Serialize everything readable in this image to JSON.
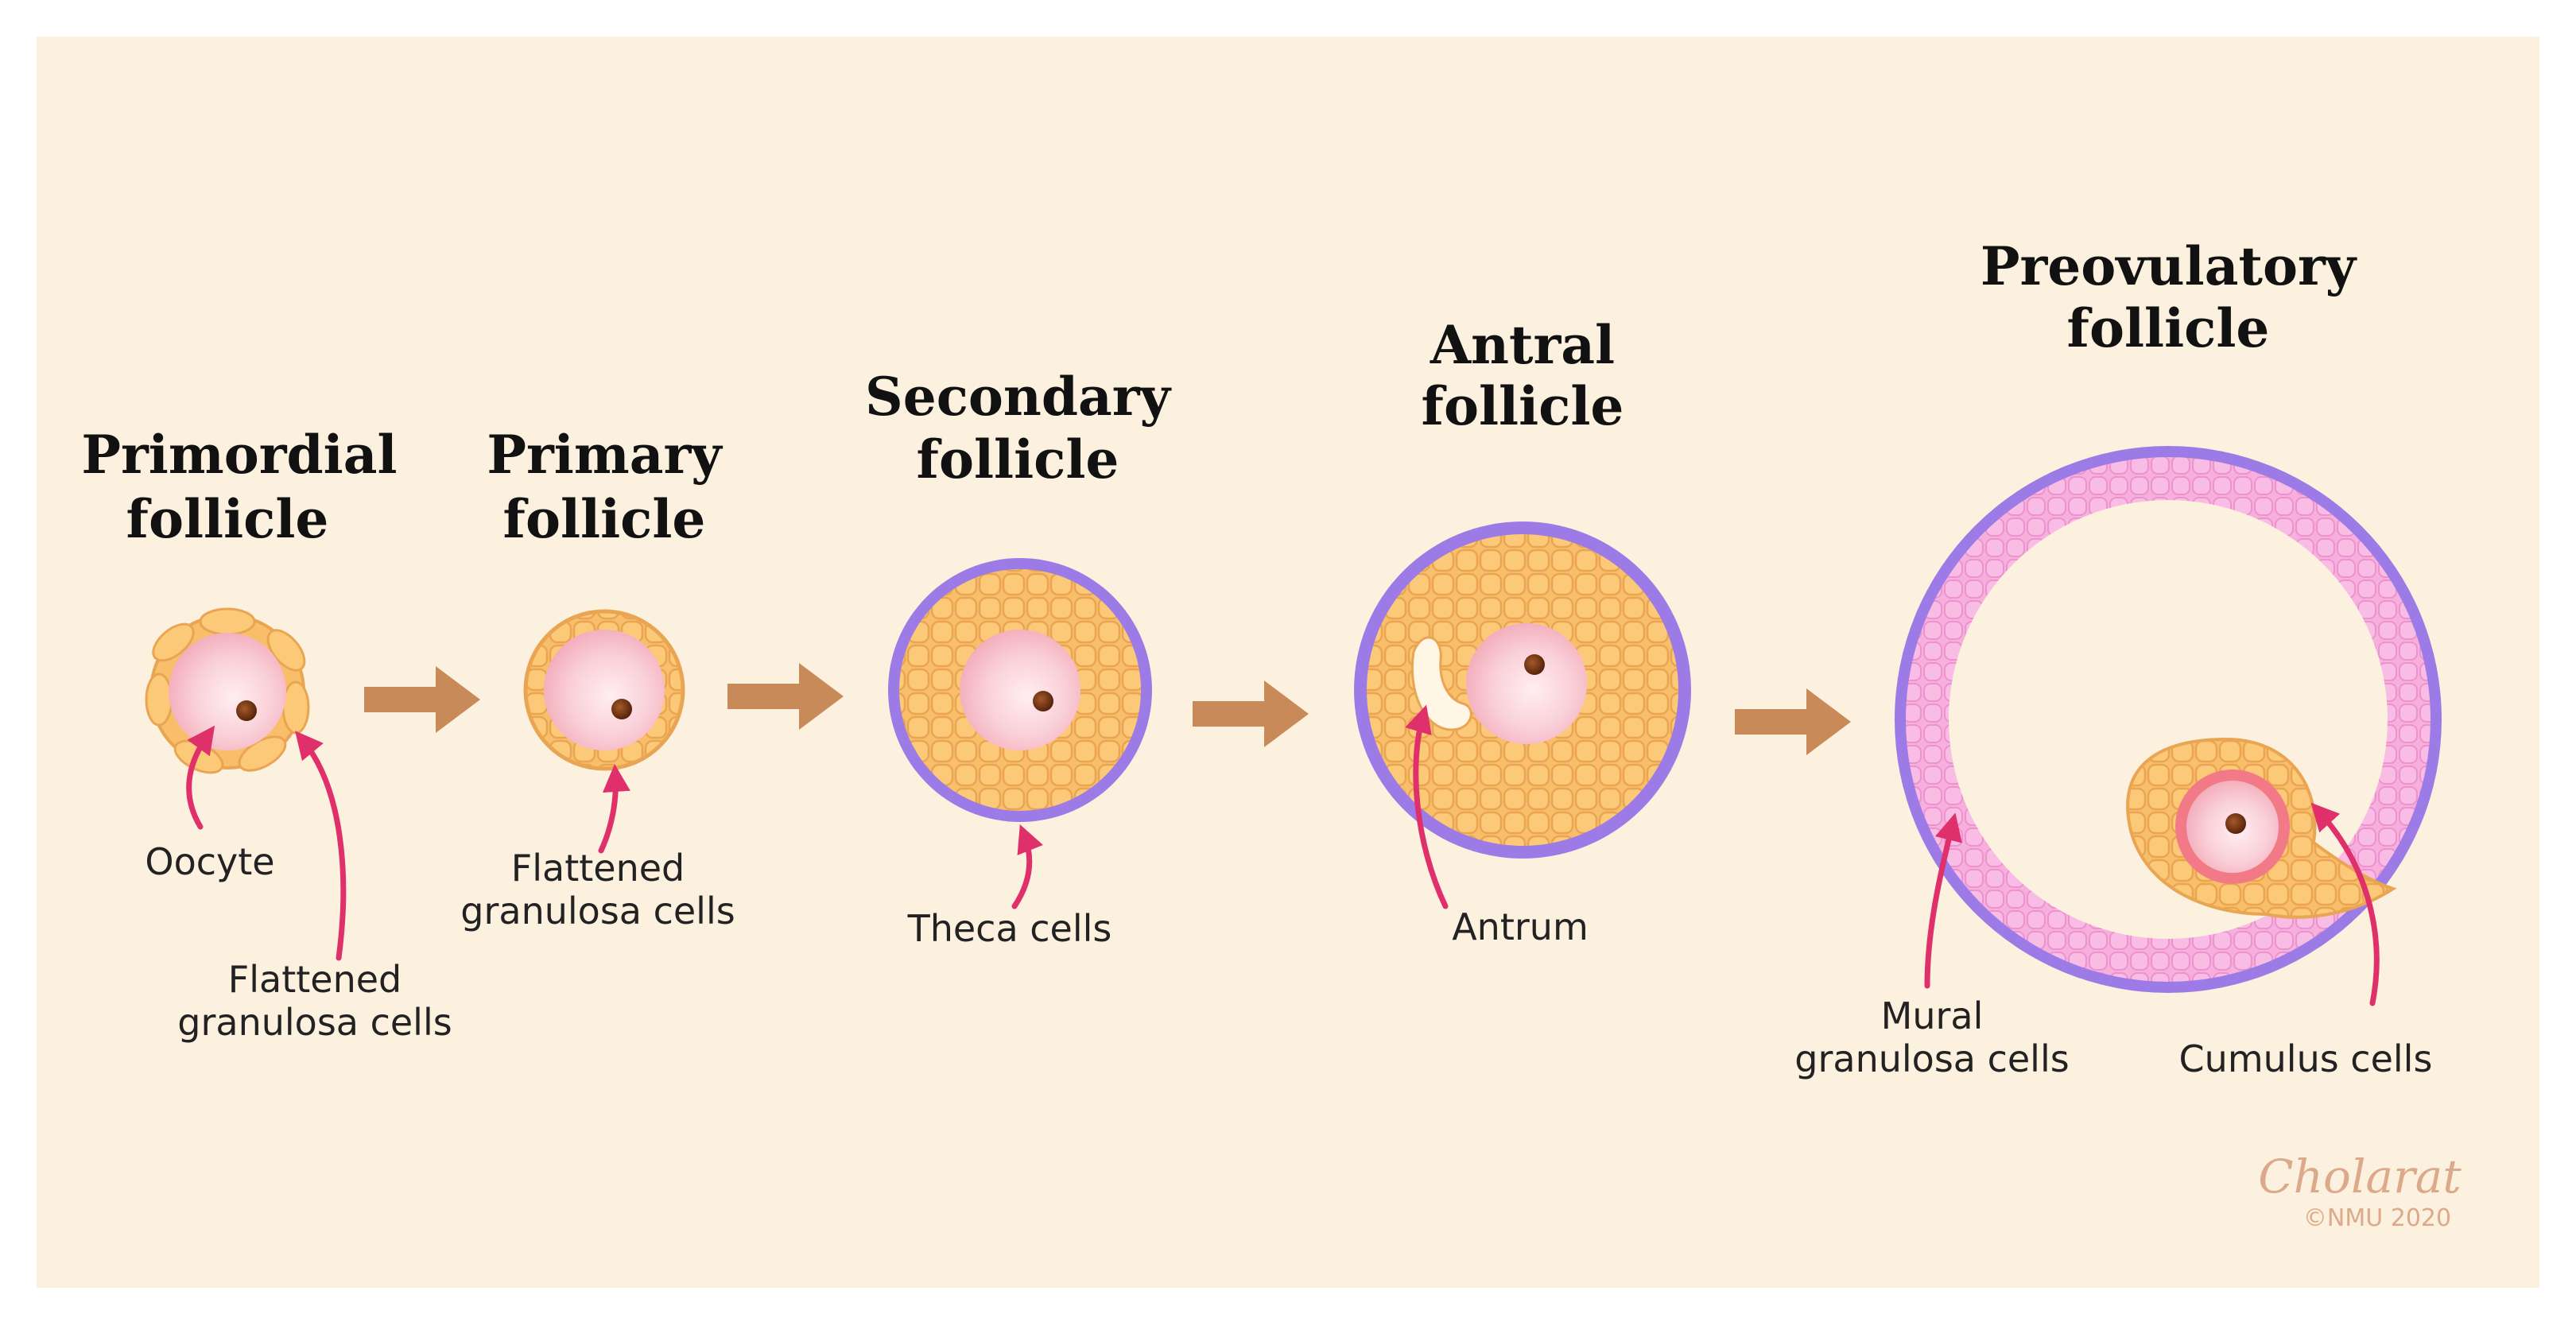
{
  "colors": {
    "background": "#fcf1df",
    "border": "#ffffff",
    "granulosa_fill": "#f8be6a",
    "granulosa_stroke": "#e9a552",
    "theca": "#9c7be6",
    "oocyte": "#f9c6cf",
    "oocyte_center": "#ffe9ec",
    "nucleus": "#6a2a0c",
    "pink_wall": "#f7b0de",
    "pink_wall_stroke": "#ee8ccc",
    "zona": "#f27a86",
    "arrow": "#c98a5a",
    "pointer": "#e0306b",
    "signature": "#dca98a"
  },
  "stages": [
    {
      "title_line1": "Primordial",
      "title_line2": "follicle"
    },
    {
      "title_line1": "Primary",
      "title_line2": "follicle"
    },
    {
      "title_line1": "Secondary",
      "title_line2": "follicle"
    },
    {
      "title_line1": "Antral",
      "title_line2": "follicle"
    },
    {
      "title_line1": "Preovulatory",
      "title_line2": "follicle"
    }
  ],
  "labels": {
    "oocyte": "Oocyte",
    "primordial_granulosa_l1": "Flattened",
    "primordial_granulosa_l2": "granulosa cells",
    "primary_granulosa_l1": "Flattened",
    "primary_granulosa_l2": "granulosa cells",
    "theca": "Theca cells",
    "antrum": "Antrum",
    "mural_l1": "Mural",
    "mural_l2": "granulosa cells",
    "cumulus": "Cumulus cells"
  },
  "credits": {
    "signature": "Cholarat",
    "copyright": "©NMU 2020"
  }
}
